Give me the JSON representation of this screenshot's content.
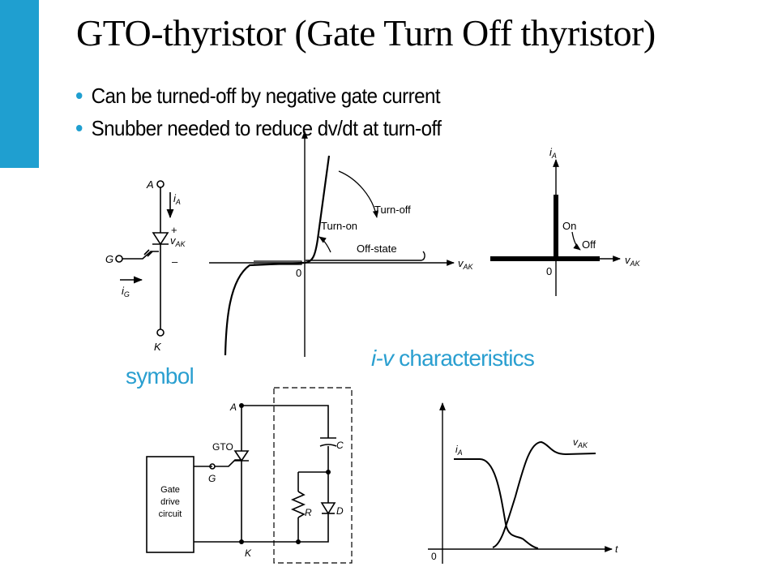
{
  "slide": {
    "title": "GTO-thyristor (Gate Turn Off thyristor)",
    "bullets": [
      "Can be turned-off by negative gate current",
      "Snubber needed to reduce dv/dt at turn-off"
    ],
    "accent_color": "#1f9fd0"
  },
  "captions": {
    "symbol": "symbol",
    "iv_italic": "i-v",
    "iv_rest": " characteristics"
  },
  "symbol_diagram": {
    "anode": "A",
    "cathode": "K",
    "gate": "G",
    "anode_current": "i",
    "anode_current_sub": "A",
    "gate_current": "i",
    "gate_current_sub": "G",
    "voltage": "v",
    "voltage_sub": "AK",
    "plus": "+",
    "minus": "–"
  },
  "iv_plot": {
    "origin": "0",
    "x_label": "v",
    "x_label_sub": "AK",
    "turn_on": "Turn-on",
    "turn_off": "Turn-off",
    "off_state": "Off-state"
  },
  "ideal_plot": {
    "y_label": "i",
    "y_label_sub": "A",
    "x_label": "v",
    "x_label_sub": "AK",
    "origin": "0",
    "on": "On",
    "off": "Off"
  },
  "snubber_circuit": {
    "anode": "A",
    "cathode": "K",
    "gate": "G",
    "device": "GTO",
    "capacitor": "C",
    "resistor": "R",
    "diode": "D",
    "gate_drive": [
      "Gate",
      "drive",
      "circuit"
    ]
  },
  "waveform_plot": {
    "current": "i",
    "current_sub": "A",
    "voltage": "v",
    "voltage_sub": "AK",
    "origin": "0",
    "time": "t"
  }
}
